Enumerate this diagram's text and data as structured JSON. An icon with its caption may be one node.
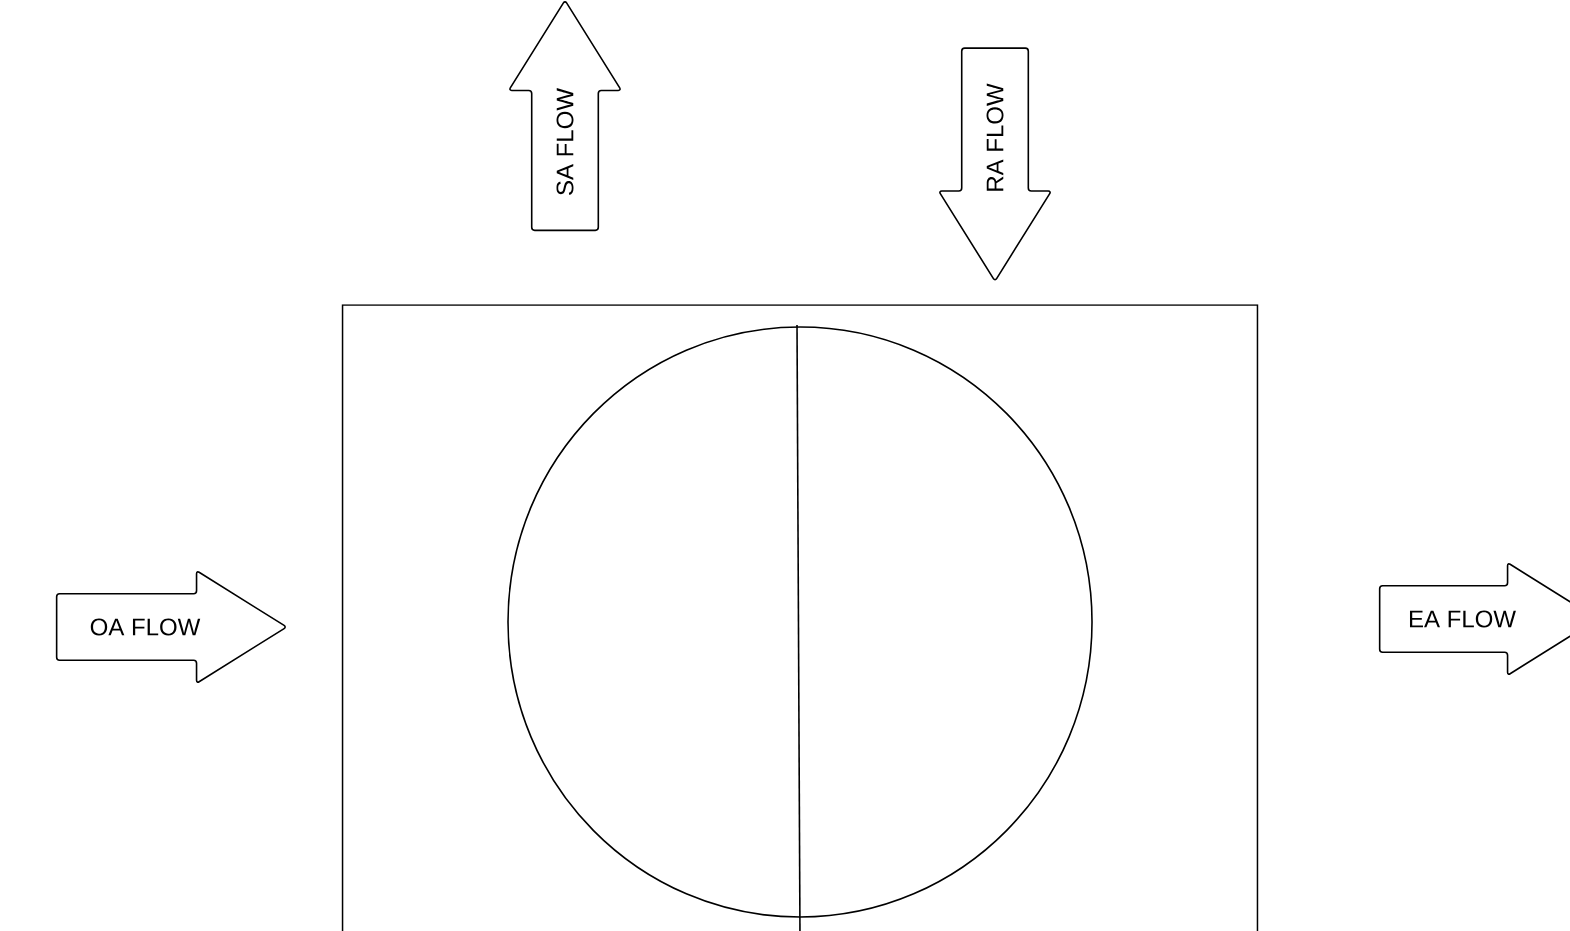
{
  "diagram": {
    "nodes": [
      {
        "text": [
          "SA FLOW"
        ]
      },
      {
        "text": [
          "RA FLOW"
        ]
      },
      {
        "text": [
          "OA FLOW"
        ]
      },
      {
        "text": [
          "EA FLOW"
        ]
      },
      {
        "text": [],
        "shape": "box"
      },
      {
        "text": [],
        "shape": "circle",
        "in": 4
      }
    ]
  }
}
